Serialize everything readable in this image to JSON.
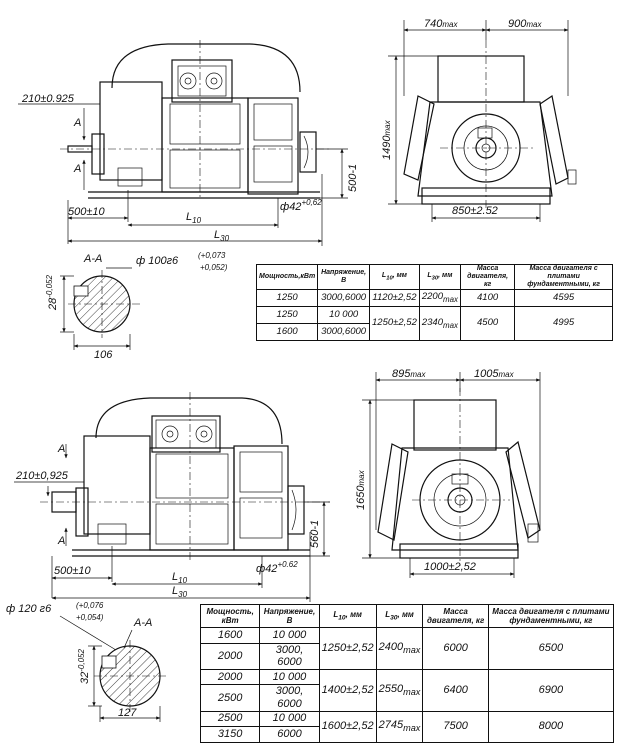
{
  "motor1": {
    "front": {
      "d_left": "210±0.925",
      "section_mark_top": "A",
      "section_mark_bottom": "A",
      "d_500": "500±10",
      "d_l10": "L",
      "d_l10_sub": "10",
      "d_l30": "L",
      "d_l30_sub": "30",
      "d_500_1": "500-1",
      "d_hole": "ф42",
      "d_hole_tol": "+0,62"
    },
    "side": {
      "d_740": "740",
      "d_740_sfx": "max",
      "d_900": "900",
      "d_900_sfx": "max",
      "d_1490": "1490",
      "d_1490_sfx": "max",
      "d_850": "850±2.52"
    },
    "section": {
      "label": "A-A",
      "shaft": "ф 100г6",
      "tol_upper": "(+0,073",
      "tol_lower": "+0,052)",
      "d_28": "28",
      "d_28_tol": "-0,052",
      "d_106": "106"
    },
    "table": {
      "headers": [
        "Мощность,кВт",
        "Напряжение, В",
        "L",
        "L",
        "Масса двигателя, кг",
        "Масса двигателя с плитами фундаментными, кг"
      ],
      "header_subs": [
        "",
        "",
        "10",
        "30",
        "",
        ""
      ],
      "header_units": [
        "",
        "",
        ", мм",
        ", мм",
        "",
        ""
      ],
      "power": [
        "1250",
        "1250",
        "1600"
      ],
      "voltage": [
        "3000,6000",
        "10 000",
        "3000,6000"
      ],
      "l10": [
        "1120±2,52",
        "1250±2,52"
      ],
      "l30": [
        "2200",
        "2340"
      ],
      "l30_sfx": [
        "max",
        "max"
      ],
      "mass": [
        "4100",
        "4500"
      ],
      "mass_plates": [
        "4595",
        "4995"
      ]
    }
  },
  "motor2": {
    "front": {
      "section_mark_top": "A",
      "section_mark_bottom": "A",
      "d_left": "210±0,925",
      "d_500": "500±10",
      "d_l10": "L",
      "d_l10_sub": "10",
      "d_l30": "L",
      "d_l30_sub": "30",
      "d_560_1": "560-1",
      "d_hole": "ф42",
      "d_hole_tol": "+0.62"
    },
    "side": {
      "d_895": "895",
      "d_895_sfx": "max",
      "d_1005": "1005",
      "d_1005_sfx": "max",
      "d_1650": "1650",
      "d_1650_sfx": "max",
      "d_1000": "1000±2,52"
    },
    "section": {
      "label": "A-A",
      "shaft": "ф 120 г6",
      "tol_upper": "(+0,076",
      "tol_lower": "+0,054)",
      "d_32": "32",
      "d_32_tol": "-0,052",
      "d_127": "127"
    },
    "table": {
      "headers": [
        "Мощность, кВт",
        "Напряжение, В",
        "L",
        "L",
        "Масса двигателя, кг",
        "Масса двигателя с плитами фундаментными, кг"
      ],
      "header_subs": [
        "",
        "",
        "10",
        "30",
        "",
        ""
      ],
      "header_units": [
        "",
        "",
        ", мм",
        ", мм",
        "",
        ""
      ],
      "power": [
        "1600",
        "2000",
        "2000",
        "2500",
        "2500",
        "3150"
      ],
      "voltage": [
        "10 000",
        "3000, 6000",
        "10 000",
        "3000, 6000",
        "10 000",
        "6000"
      ],
      "l10": [
        "1250±2,52",
        "1400±2,52",
        "1600±2,52"
      ],
      "l30": [
        "2400",
        "2550",
        "2745"
      ],
      "l30_sfx": [
        "max",
        "max",
        "max"
      ],
      "mass": [
        "6000",
        "6400",
        "7500"
      ],
      "mass_plates": [
        "6500",
        "6900",
        "8000"
      ]
    }
  }
}
